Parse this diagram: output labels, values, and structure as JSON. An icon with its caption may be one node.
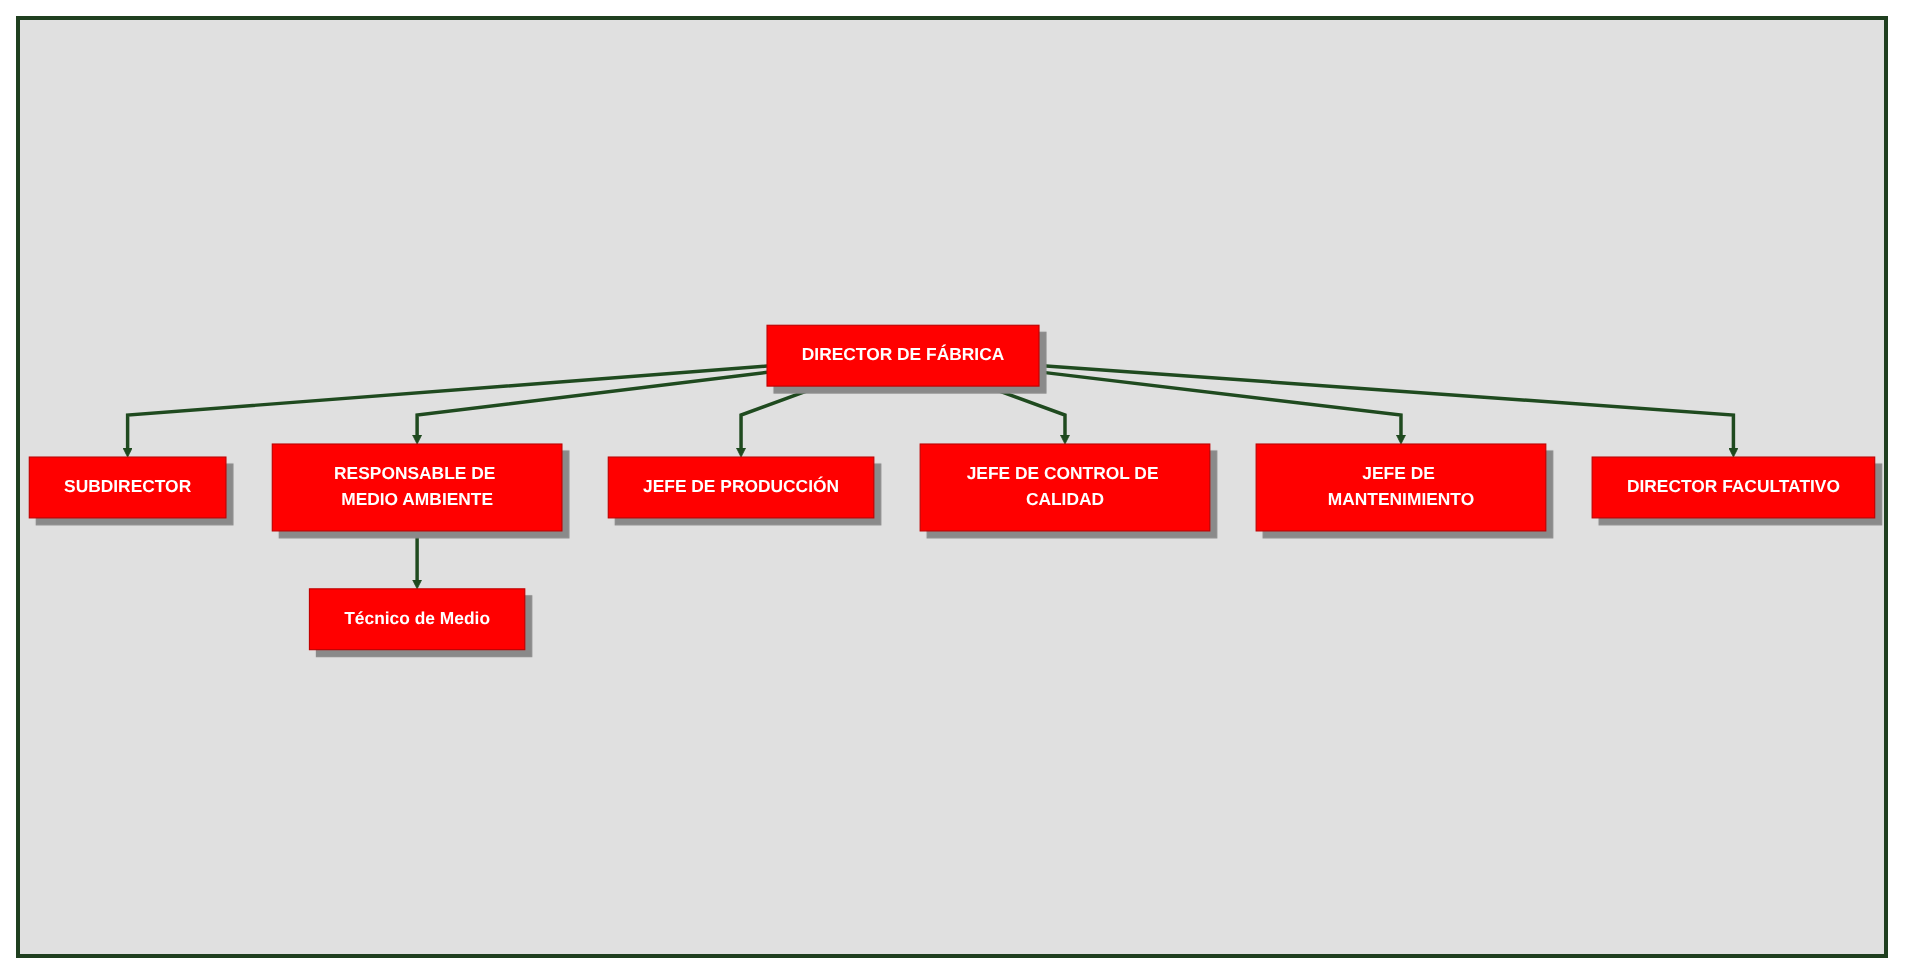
{
  "diagram": {
    "nodes": [
      {
        "text": [
          "DIRECTOR DE FÁBRICA"
        ]
      },
      {
        "text": [
          "SUBDIRECTOR"
        ]
      },
      {
        "text": [
          "RESPONSABLE DE MEDIO AMBIENTE"
        ]
      },
      {
        "text": [
          "Técnico de Medio"
        ]
      },
      {
        "text": [
          "JEFE DE PRODUCCIÓN"
        ]
      },
      {
        "text": [
          "JEFE DE CONTROL DE CALIDAD"
        ]
      },
      {
        "text": [
          "JEFE DE MANTENIMIENTO"
        ]
      },
      {
        "text": [
          "DIRECTOR FACULTATIVO"
        ]
      }
    ],
    "edges": [
      {
        "from": 0,
        "to": 1,
        "arrow": "to"
      },
      {
        "from": 0,
        "to": 2,
        "arrow": "to"
      },
      {
        "from": 2,
        "to": 3,
        "arrow": "to"
      },
      {
        "from": 0,
        "to": 4,
        "arrow": "to"
      },
      {
        "from": 0,
        "to": 5,
        "arrow": "to"
      },
      {
        "from": 0,
        "to": 6,
        "arrow": "to"
      },
      {
        "from": 0,
        "to": 7,
        "arrow": "to"
      }
    ]
  }
}
